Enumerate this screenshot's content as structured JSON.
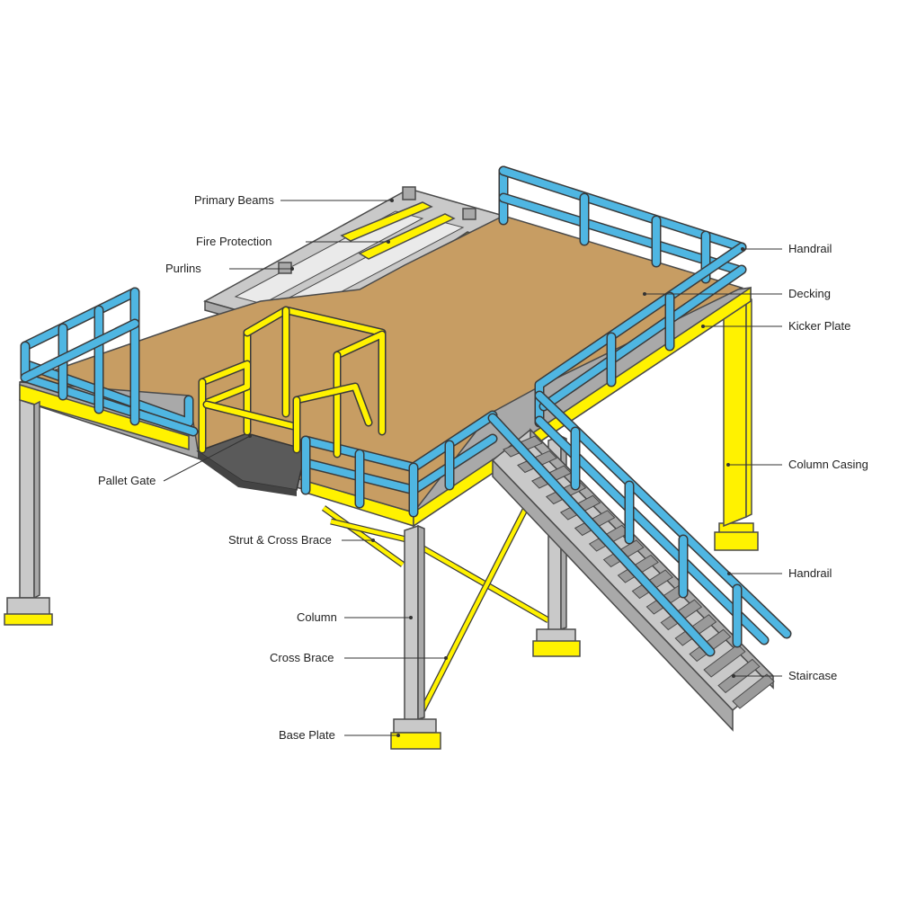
{
  "labels": {
    "primary_beams": "Primary Beams",
    "fire_protection": "Fire Protection",
    "purlins": "Purlins",
    "handrail_top": "Handrail",
    "decking": "Decking",
    "kicker_plate": "Kicker Plate",
    "column_casing": "Column Casing",
    "pallet_gate": "Pallet Gate",
    "strut_cross_brace": "Strut & Cross Brace",
    "handrail_stair": "Handrail",
    "column": "Column",
    "cross_brace": "Cross Brace",
    "staircase": "Staircase",
    "base_plate": "Base Plate"
  },
  "colors": {
    "steel": "#c9c9c9",
    "yellow": "#fff200",
    "decking": "#c79d63",
    "handrail": "#4fb6e2",
    "outline": "#3a3a3a"
  }
}
